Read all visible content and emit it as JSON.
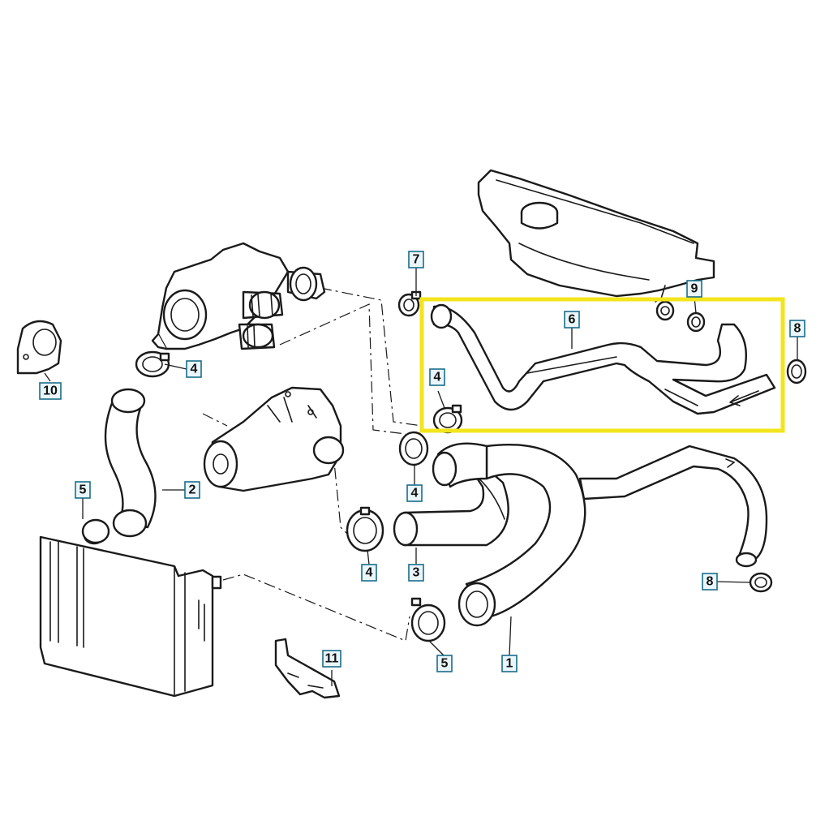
{
  "highlight": {
    "color": "#f2e51b",
    "part": "6"
  },
  "callouts": {
    "c1": "1",
    "c2": "2",
    "c3": "3",
    "c4a": "4",
    "c4b": "4",
    "c4c": "4",
    "c4d": "4",
    "c5a": "5",
    "c5b": "5",
    "c6": "6",
    "c7": "7",
    "c8a": "8",
    "c8b": "8",
    "c9": "9",
    "c10": "10",
    "c11": "11"
  }
}
